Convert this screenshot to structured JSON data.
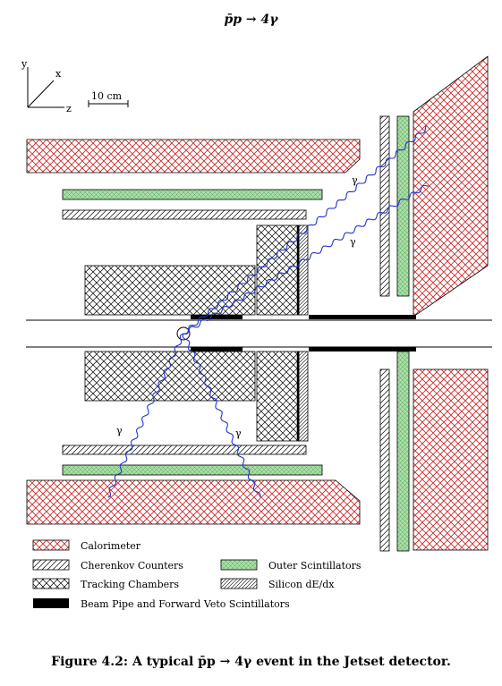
{
  "title": "p̄p → 4γ",
  "caption": "Figure 4.2: A typical p̄p → 4γ event in the Jetset detector.",
  "axes": {
    "y": "y",
    "x": "x",
    "z": "z"
  },
  "scale_label": "10 cm",
  "photon_label": "γ",
  "colors": {
    "calorimeter": "#cc2222",
    "scintillator_fill": "#aaddaa",
    "photon": "#2233cc"
  },
  "legend": [
    {
      "key": "calorimeter",
      "label": "Calorimeter"
    },
    {
      "key": "cherenkov",
      "label": "Cherenkov Counters"
    },
    {
      "key": "outer_scint",
      "label": "Outer Scintillators"
    },
    {
      "key": "tracking",
      "label": "Tracking Chambers"
    },
    {
      "key": "silicon",
      "label": "Silicon dE/dx"
    },
    {
      "key": "beampipe",
      "label": "Beam Pipe and Forward Veto Scintillators"
    }
  ]
}
